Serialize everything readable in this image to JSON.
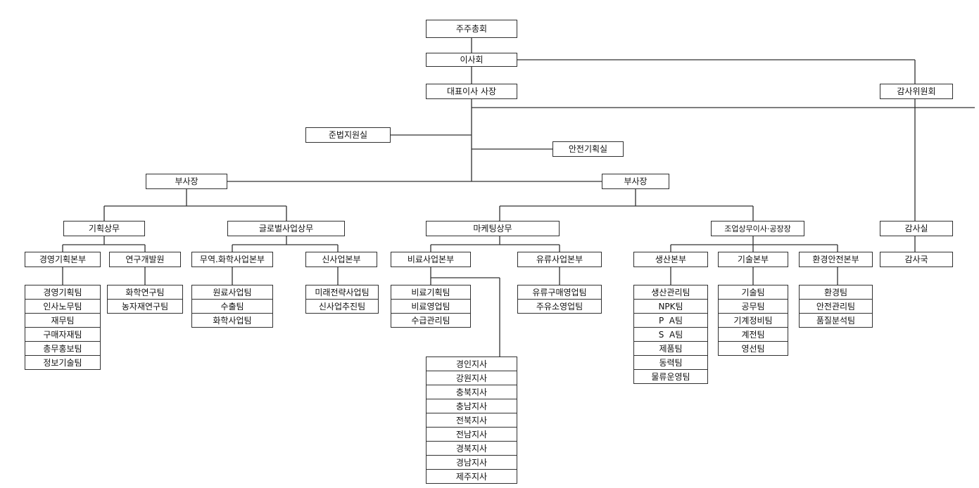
{
  "org_chart": {
    "shareholders": "주주총회",
    "board": "이사회",
    "ceo": "대표이사 사장",
    "audit_committee": "감사위원회",
    "compliance": "준법지원실",
    "safety_planning": "안전기획실",
    "vp_left": "부사장",
    "vp_right": "부사장",
    "planning_exec": "기획상무",
    "global_biz_exec": "글로벌사업상무",
    "marketing_exec": "마케팅상무",
    "production_exec": "조업상무이사·공장장",
    "audit_office": "감사실",
    "audit_bureau": "감사국",
    "mgmt_planning_hq": "경영기획본부",
    "rnd_institute": "연구개발원",
    "trade_chem_hq": "무역.화학사업본부",
    "new_biz_hq": "신사업본부",
    "fertilizer_hq": "비료사업본부",
    "oil_hq": "유류사업본부",
    "production_hq": "생산본부",
    "tech_hq": "기술본부",
    "env_safety_hq": "환경안전본부",
    "mgmt_planning_teams": [
      "경영기획팀",
      "인사노무팀",
      "재무팀",
      "구매자재팀",
      "총무홍보팀",
      "정보기술팀"
    ],
    "rnd_teams": [
      "화학연구팀",
      "농자재연구팀"
    ],
    "trade_chem_teams": [
      "원료사업팀",
      "수출팀",
      "화학사업팀"
    ],
    "new_biz_teams": [
      "미래전략사업팀",
      "신사업추진팀"
    ],
    "fertilizer_teams": [
      "비료기획팀",
      "비료영업팀",
      "수급관리팀"
    ],
    "branches": [
      "경인지사",
      "강원지사",
      "충북지사",
      "충남지사",
      "전북지사",
      "전남지사",
      "경북지사",
      "경남지사",
      "제주지사"
    ],
    "oil_teams": [
      "유류구매영업팀",
      "주유소영업팀"
    ],
    "production_teams": [
      "생산관리팀",
      "NPK팀",
      "P  A팀",
      "S  A팀",
      "제품팀",
      "동력팀",
      "물류운영팀"
    ],
    "tech_teams": [
      "기술팀",
      "공무팀",
      "기계정비팀",
      "계전팀",
      "영선팀"
    ],
    "env_safety_teams": [
      "환경팀",
      "안전관리팀",
      "품질분석팀"
    ]
  }
}
